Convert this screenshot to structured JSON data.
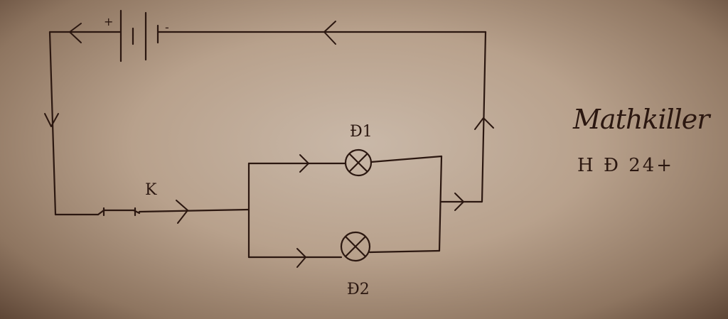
{
  "diagram": {
    "battery": {
      "positive_sign": "+",
      "negative_sign": "-"
    },
    "switch": {
      "label": "K"
    },
    "lamps": [
      {
        "label": "Đ1"
      },
      {
        "label": "Đ2"
      }
    ]
  },
  "annotation": {
    "name": "Mathkiller",
    "code": "H Đ 24+"
  },
  "colors": {
    "ink": "#2b1710",
    "paper": "#c9b8a8"
  }
}
